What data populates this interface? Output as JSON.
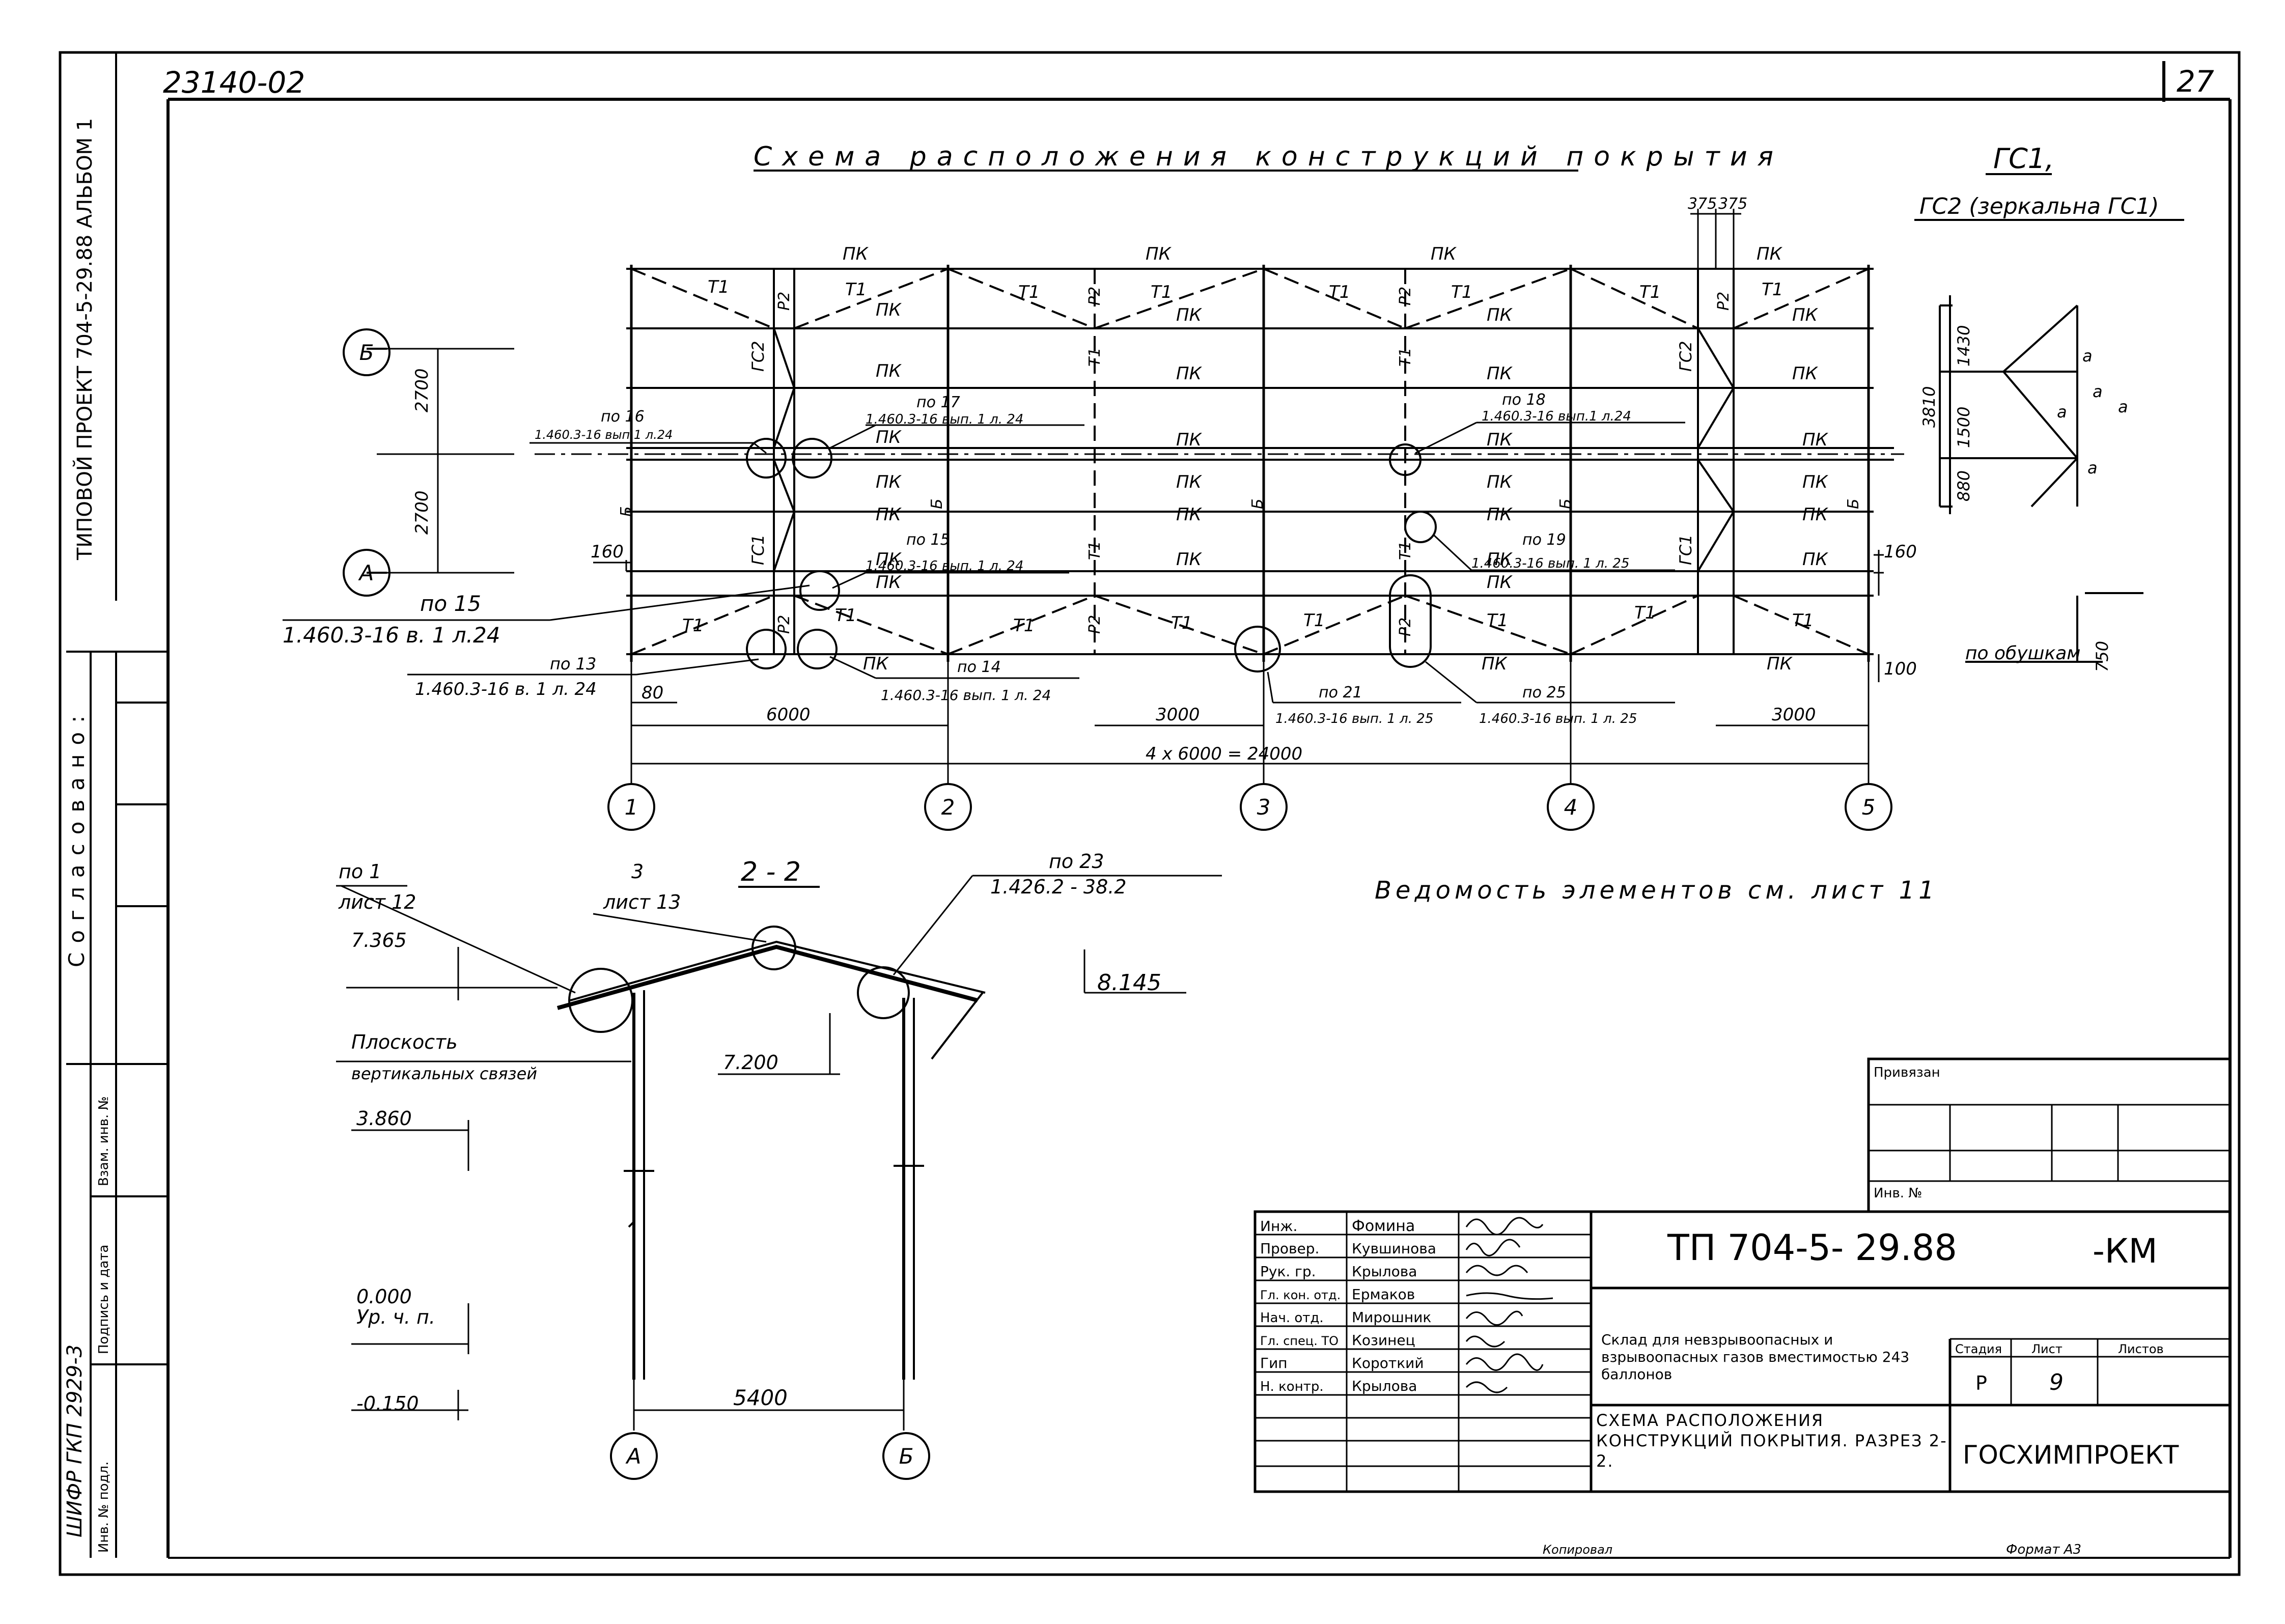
{
  "header": {
    "drawing_code": "23140-02",
    "sheet_number": "27",
    "side_text": "ТИПОВОЙ ПРОЕКТ 704-5-29.88  АЛЬБОМ 1",
    "side_code": "ШИФР ГКП  2929-3",
    "approval_label": "Согласовано:",
    "side_cells": [
      "Инв. № подл.",
      "Подпись и дата",
      "Взам. инв. №"
    ]
  },
  "plan": {
    "title": "Схема расположения конструкций покрытия",
    "gc_title_1": "ГС1,",
    "gc_title_2": "ГС2 (зеркальна ГС1)",
    "axes_num": [
      "1",
      "2",
      "3",
      "4",
      "5"
    ],
    "axes_letter": [
      "Б",
      "А"
    ],
    "dims": {
      "top_375a": "375",
      "top_375b": "375",
      "left_2700a": "2700",
      "left_2700b": "2700",
      "left_160": "160",
      "left_80": "80",
      "right_160": "160",
      "right_100": "100",
      "bay_6000": "6000",
      "bay_3000a": "3000",
      "bay_3000b": "3000",
      "total": "4 x 6000 = 24000"
    },
    "labels": {
      "pk": "ПК",
      "t1": "Т1",
      "p2": "Р2",
      "gc2": "ГС2",
      "gc1": "ГС1",
      "b": "Б"
    },
    "callouts": {
      "c16": "по 16",
      "c16b": "1.460.3-16  вып.1 л.24",
      "c17": "по 17",
      "c17b": "1.460.3-16 вып. 1 л. 24",
      "c18": "по 18",
      "c18b": "1.460.3-16 вып.1 л.24",
      "c15r": "по 15",
      "c15rb": "1.460.3-16 вып. 1 л. 24",
      "c19": "по 19",
      "c19b": "1.460.3-16 вып. 1 л. 25",
      "c15": "по 15",
      "c15b": "1.460.3-16 в. 1 л.24",
      "c13": "по 13",
      "c13b": "1.460.3-16 в. 1 л. 24",
      "c14": "по 14",
      "c14b": "1.460.3-16 вып. 1 л. 24",
      "c21": "по 21",
      "c21b": "1.460.3-16 вып. 1 л. 25",
      "c25": "по 25",
      "c25b": "1.460.3-16 вып. 1 л. 25"
    }
  },
  "gc_detail": {
    "dims": [
      "1430",
      "1500",
      "880"
    ],
    "total": "3810",
    "web_label": "а",
    "obushkam": "по обушкам",
    "obushkam_dim": "750"
  },
  "section": {
    "title": "2 - 2",
    "note": "Ведомость элементов см. лист 11",
    "c1": "по 1",
    "c1b": "лист 12",
    "c3": "3",
    "c3b": "лист 13",
    "c23": "по 23",
    "c23b": "1.426.2 - 38.2",
    "lvl_7365": "7.365",
    "lvl_8145": "8.145",
    "lvl_7200": "7.200",
    "lvl_3860": "3.860",
    "lvl_0000": "0.000",
    "lvl_up": "Ур. ч. п.",
    "lvl_m0150": "-0.150",
    "plane1": "Плоскость",
    "plane2": "вертикальных связей",
    "span": "5400",
    "axis_a": "А",
    "axis_b": "Б"
  },
  "stamp": {
    "privyazan": "Привязан",
    "inv": "Инв. №",
    "roles": [
      "Инж.",
      "Провер.",
      "Рук. гр.",
      "Гл. кон. отд.",
      "Нач. отд.",
      "Гл. спец. ТО",
      "Гип",
      "Н. контр."
    ],
    "names": [
      "Фомина",
      "Кувшинова",
      "Крылова",
      "Ермаков",
      "Мирошник",
      "Козинец",
      "Короткий",
      "Крылова"
    ],
    "project": "ТП 704-5- 29.88",
    "mark": "-КМ",
    "object_desc": "Склад для невзрывоопасных и взрывоопасных газов вместимостью 243 баллонов",
    "stadiya_h": "Стадия",
    "list_h": "Лист",
    "listov_h": "Листов",
    "stadiya": "Р",
    "list": "9",
    "sheet_title": "Схема расположения конструкций покрытия. Разрез 2-2.",
    "org": "ГОСХИМПРОЕКТ",
    "copied": "Копировал",
    "format": "Формат А3"
  }
}
